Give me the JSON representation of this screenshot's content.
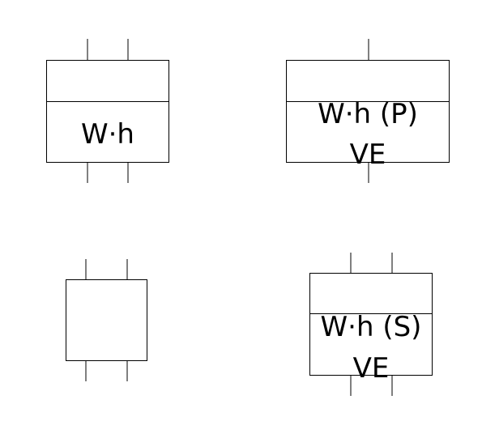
{
  "symbols": {
    "meter_wh": {
      "label": "W·h"
    },
    "meter_wh_p": {
      "line1": "W·h (P)",
      "line2": "VE"
    },
    "meter_blank": {},
    "meter_wh_s": {
      "line1": "W·h (S)",
      "line2": "VE"
    }
  },
  "colors": {
    "stroke": "#000000",
    "background": "#ffffff"
  }
}
